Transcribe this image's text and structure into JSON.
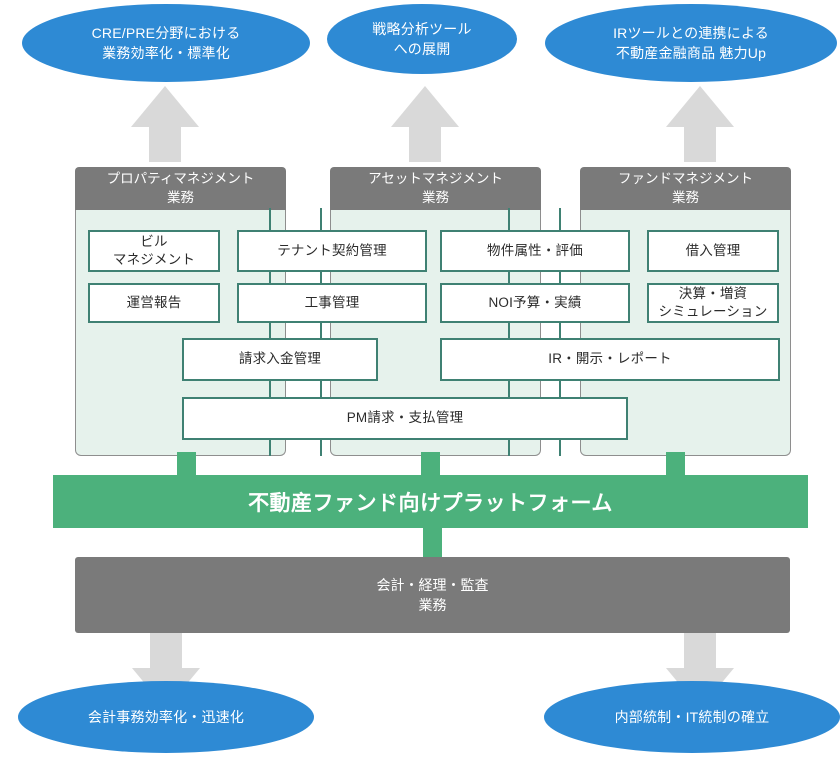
{
  "diagram": {
    "title_top_outcomes": [
      {
        "id": "outcome-cre-pre",
        "text": "CRE/PRE分野における\n業務効率化・標準化"
      },
      {
        "id": "outcome-strategy-tool",
        "text": "戦略分析ツール\nへの展開"
      },
      {
        "id": "outcome-ir-tool",
        "text": "IRツールとの連携による\n不動産金融商品 魅力Up"
      }
    ],
    "pillars": [
      {
        "id": "pillar-property-management",
        "header": "プロパティマネジメント\n業務"
      },
      {
        "id": "pillar-asset-management",
        "header": "アセットマネジメント\n業務"
      },
      {
        "id": "pillar-fund-management",
        "header": "ファンドマネジメント\n業務"
      }
    ],
    "boxes": [
      {
        "id": "box-bill-management",
        "text": "ビル\nマネジメント"
      },
      {
        "id": "box-tenant-contract",
        "text": "テナント契約管理"
      },
      {
        "id": "box-property-attribute",
        "text": "物件属性・評価"
      },
      {
        "id": "box-loan-management",
        "text": "借入管理"
      },
      {
        "id": "box-operation-report",
        "text": "運営報告"
      },
      {
        "id": "box-construction-management",
        "text": "工事管理"
      },
      {
        "id": "box-noi-budget",
        "text": "NOI予算・実績"
      },
      {
        "id": "box-settlement-simulation",
        "text": "決算・増資\nシミュレーション"
      },
      {
        "id": "box-billing-receipt",
        "text": "請求入金管理"
      },
      {
        "id": "box-ir-disclosure",
        "text": "IR・開示・レポート"
      },
      {
        "id": "box-pm-billing-payment",
        "text": "PM請求・支払管理"
      }
    ],
    "platform": {
      "id": "platform-bar",
      "text": "不動産ファンド向けプラットフォーム"
    },
    "accounting": {
      "id": "accounting-bar",
      "text": "会計・経理・監査\n業務"
    },
    "bottom_outcomes": [
      {
        "id": "outcome-accounting-efficiency",
        "text": "会計事務効率化・迅速化"
      },
      {
        "id": "outcome-internal-control",
        "text": "内部統制・IT統制の確立"
      }
    ],
    "colors": {
      "ellipse_blue": "#2e8ad4",
      "header_grey": "#7a7a7a",
      "panel_mint": "#e6f2ec",
      "box_border_teal": "#3f8173",
      "platform_green": "#4cb17c",
      "arrow_grey": "#d9d9d9"
    }
  }
}
